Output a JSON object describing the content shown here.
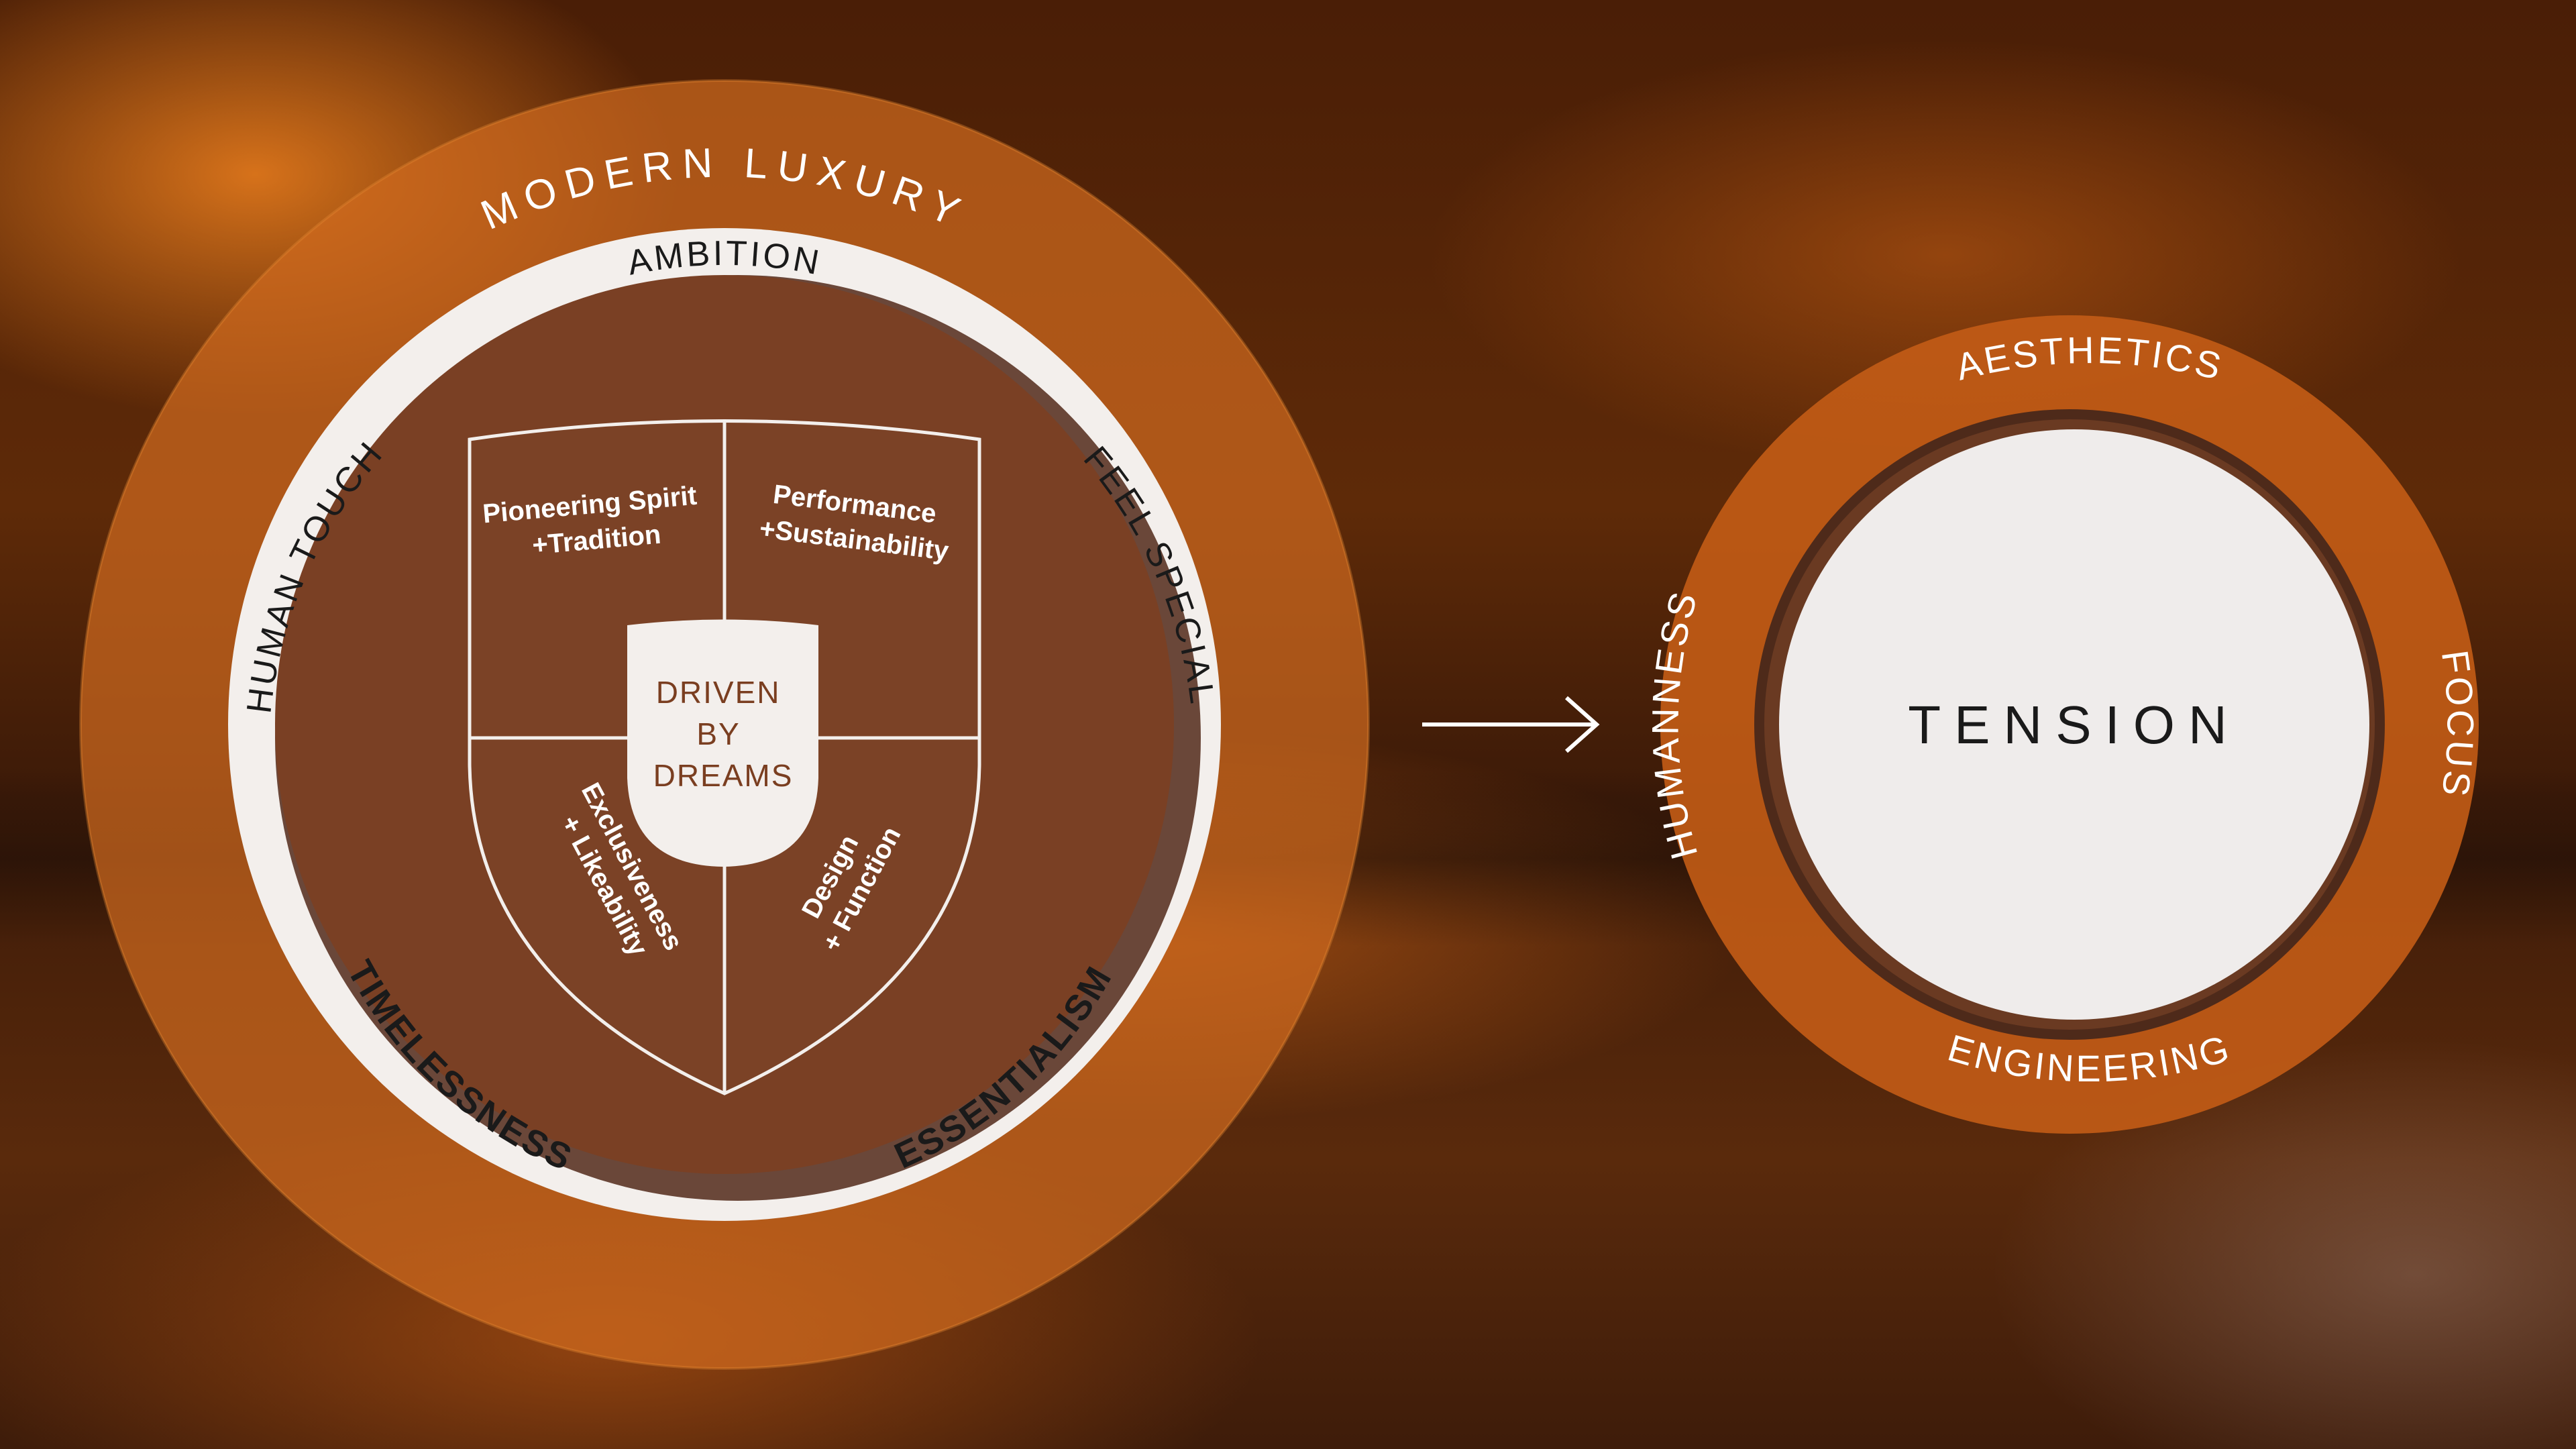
{
  "left_diagram": {
    "outer_ring_title": "MODERN LUXURY",
    "ring_labels": {
      "top": "AMBITION",
      "left": "HUMAN TOUCH",
      "right": "FEEL SPECIAL",
      "bottom_left": "TIMELESSNESS",
      "bottom_right": "ESSENTIALISM"
    },
    "quadrants": {
      "top_left": [
        "Pioneering Spirit",
        "+Tradition"
      ],
      "top_right": [
        "Performance",
        "+Sustainability"
      ],
      "bottom_left": [
        "Exclusiveness",
        "+ Likeability"
      ],
      "bottom_right": [
        "Design",
        "+ Function"
      ]
    },
    "center": [
      "DRIVEN",
      "BY",
      "DREAMS"
    ]
  },
  "right_diagram": {
    "top": "AESTHETICS",
    "left": "HUMANNESS",
    "right": "FOCUS",
    "bottom": "ENGINEERING",
    "center": "TENSION"
  },
  "colors": {
    "orange_ring": "#c8601a",
    "light_ring": "#f2efec",
    "inner_dark": "#6b3a24",
    "text_dark": "#1a1a1a",
    "text_light": "#ffffff",
    "center_text": "#7a3e20"
  }
}
